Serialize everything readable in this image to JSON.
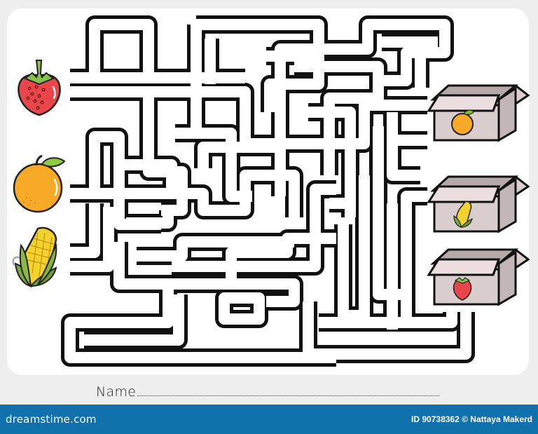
{
  "worksheet": {
    "type": "maze-matching-puzzle",
    "name_label": "Name",
    "start_items": [
      {
        "id": "strawberry",
        "label": "strawberry",
        "icon": "strawberry-icon"
      },
      {
        "id": "orange",
        "label": "orange",
        "icon": "orange-icon"
      },
      {
        "id": "corn",
        "label": "corn",
        "icon": "corn-icon"
      }
    ],
    "target_boxes": [
      {
        "id": "box-orange",
        "contents": "orange",
        "icon": "box-icon"
      },
      {
        "id": "box-corn",
        "contents": "corn",
        "icon": "box-icon"
      },
      {
        "id": "box-strawberry",
        "contents": "strawberry",
        "icon": "box-icon"
      }
    ]
  },
  "footer": {
    "brand": "dreamstime.com",
    "credit": "ID 90738362 © Nattaya Makerd"
  },
  "colors": {
    "background": "#eeeeee",
    "panel": "#ffffff",
    "maze_line": "#111111",
    "footer_bar": "#1071ad",
    "strawberry": "#e8464a",
    "orange": "#f7a928",
    "corn": "#f3d22b",
    "leaf": "#7bb83a",
    "box": "#d9cdcd"
  }
}
